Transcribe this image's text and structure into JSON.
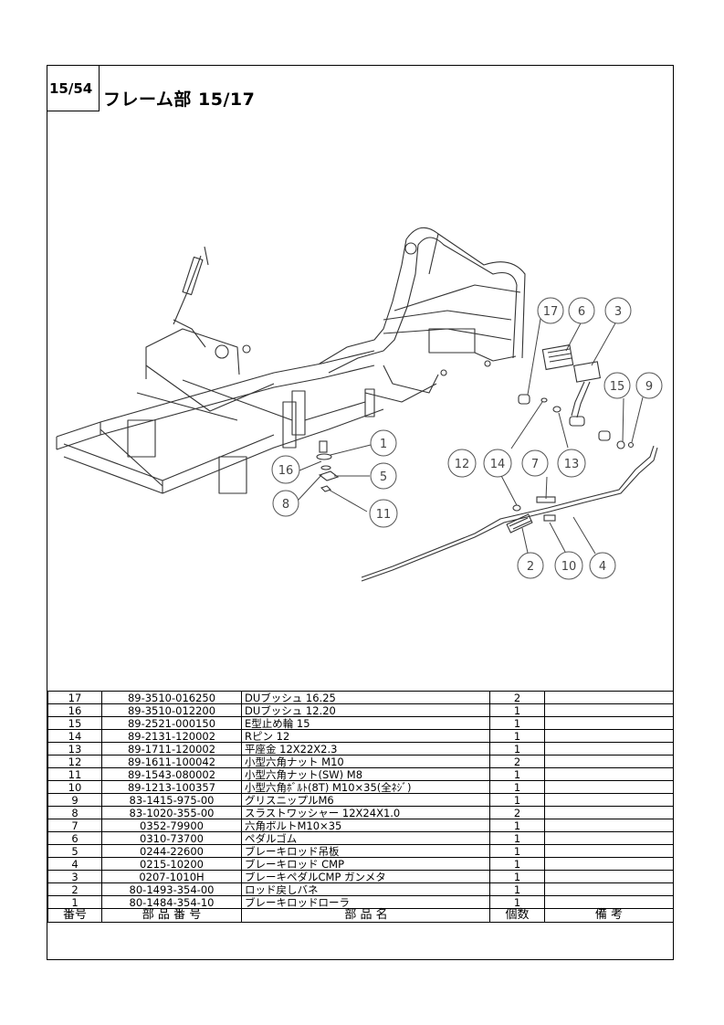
{
  "header": {
    "page_number": "15/54",
    "title": "フレーム部 15/17"
  },
  "callouts": [
    "17",
    "6",
    "3",
    "15",
    "9",
    "1",
    "16",
    "5",
    "8",
    "11",
    "12",
    "14",
    "7",
    "13",
    "2",
    "10",
    "4"
  ],
  "table": {
    "headers": {
      "no": "番号",
      "part_number": "部 品 番 号",
      "part_name": "部 品 名",
      "quantity": "個数",
      "remarks": "備 考"
    },
    "rows": [
      {
        "no": "17",
        "part_number": "89-3510-016250",
        "part_name": "DUブッシュ 16.25",
        "quantity": "2",
        "remarks": ""
      },
      {
        "no": "16",
        "part_number": "89-3510-012200",
        "part_name": "DUブッシュ 12.20",
        "quantity": "1",
        "remarks": ""
      },
      {
        "no": "15",
        "part_number": "89-2521-000150",
        "part_name": "E型止め輪 15",
        "quantity": "1",
        "remarks": ""
      },
      {
        "no": "14",
        "part_number": "89-2131-120002",
        "part_name": "Rピン 12",
        "quantity": "1",
        "remarks": ""
      },
      {
        "no": "13",
        "part_number": "89-1711-120002",
        "part_name": "平座金 12X22X2.3",
        "quantity": "1",
        "remarks": ""
      },
      {
        "no": "12",
        "part_number": "89-1611-100042",
        "part_name": "小型六角ナット M10",
        "quantity": "2",
        "remarks": ""
      },
      {
        "no": "11",
        "part_number": "89-1543-080002",
        "part_name": "小型六角ナット(SW) M8",
        "quantity": "1",
        "remarks": ""
      },
      {
        "no": "10",
        "part_number": "89-1213-100357",
        "part_name": "小型六角ﾎﾞﾙﾄ(8T) M10×35(全ﾈｼﾞ)",
        "quantity": "1",
        "remarks": ""
      },
      {
        "no": "9",
        "part_number": "83-1415-975-00",
        "part_name": "グリスニップルM6",
        "quantity": "1",
        "remarks": ""
      },
      {
        "no": "8",
        "part_number": "83-1020-355-00",
        "part_name": "スラストワッシャー 12X24X1.0",
        "quantity": "2",
        "remarks": ""
      },
      {
        "no": "7",
        "part_number": "0352-79900",
        "part_name": "六角ボルトM10×35",
        "quantity": "1",
        "remarks": ""
      },
      {
        "no": "6",
        "part_number": "0310-73700",
        "part_name": "ペダルゴム",
        "quantity": "1",
        "remarks": ""
      },
      {
        "no": "5",
        "part_number": "0244-22600",
        "part_name": "ブレーキロッド吊板",
        "quantity": "1",
        "remarks": ""
      },
      {
        "no": "4",
        "part_number": "0215-10200",
        "part_name": "ブレーキロッド CMP",
        "quantity": "1",
        "remarks": ""
      },
      {
        "no": "3",
        "part_number": "0207-1010H",
        "part_name": "ブレーキペダルCMP ガンメタ",
        "quantity": "1",
        "remarks": ""
      },
      {
        "no": "2",
        "part_number": "80-1493-354-00",
        "part_name": "ロッド戻しバネ",
        "quantity": "1",
        "remarks": ""
      },
      {
        "no": "1",
        "part_number": "80-1484-354-10",
        "part_name": "ブレーキロッドローラ",
        "quantity": "1",
        "remarks": ""
      }
    ]
  }
}
